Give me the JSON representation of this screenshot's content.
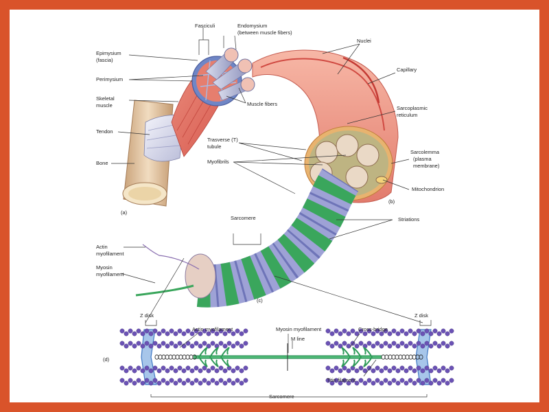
{
  "figure": {
    "panels": {
      "a": "(a)",
      "b": "(b)",
      "c": "(c)",
      "d": "(d)"
    },
    "labels": {
      "fasciculi": "Fasciculi",
      "endomysium_1": "Endomysium",
      "endomysium_2": "(between muscle fibers)",
      "epimysium_1": "Epimysium",
      "epimysium_2": "(fascia)",
      "perimysium": "Perimysium",
      "skeletal_1": "Skeletal",
      "skeletal_2": "muscle",
      "tendon": "Tendon",
      "bone": "Bone",
      "nuclei": "Nuclei",
      "capillary": "Capillary",
      "muscle_fibers": "Muscle fibers",
      "sr_1": "Sarcoplasmic",
      "sr_2": "reticulum",
      "ttubule_1": "Trasverse (T)",
      "ttubule_2": "tubule",
      "myofibrils": "Myofibrils",
      "sarcolemma_1": "Sarcolemma",
      "sarcolemma_2": "(plasma",
      "sarcolemma_3": "membrane)",
      "mitochondrion": "Mitochondrion",
      "sarcomere_c": "Sarcomere",
      "striations": "Striations",
      "actin_c_1": "Actin",
      "actin_c_2": "myofilament",
      "myosin_c_1": "Myosin",
      "myosin_c_2": "myofilament",
      "zdisk_left": "Z disk",
      "zdisk_right": "Z disk",
      "actin_d": "Actin myofilament",
      "myosin_d": "Myosin myofilament",
      "crossbridge": "Cross-bridge",
      "mline": "M line",
      "titin": "Titin filament",
      "sarcomere_d": "Sarcomere"
    }
  }
}
